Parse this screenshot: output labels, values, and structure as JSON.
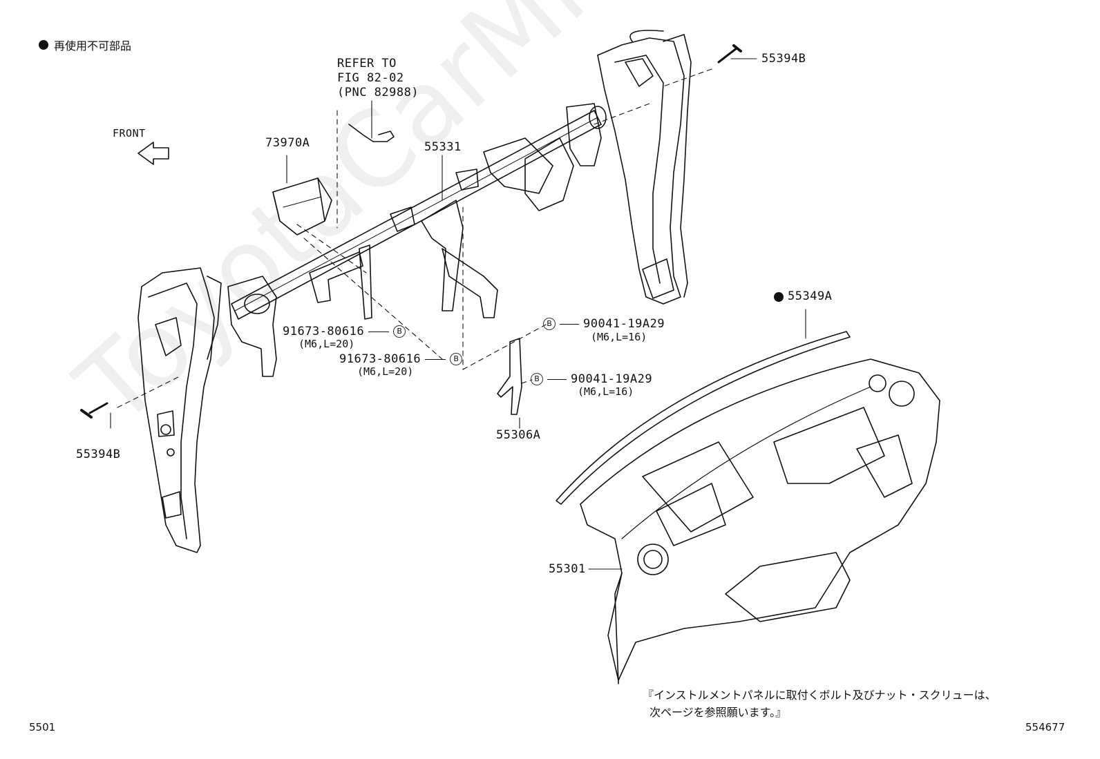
{
  "legend": {
    "text": "再使用不可部品"
  },
  "front_label": "FRONT",
  "refer": {
    "line1": "REFER TO",
    "line2": "FIG 82-02",
    "line3": "(PNC 82988)"
  },
  "parts": {
    "p73970A": "73970A",
    "p55331": "55331",
    "p55394B_top": "55394B",
    "p55394B_left": "55394B",
    "p55349A": "55349A",
    "p55306A": "55306A",
    "p55301": "55301"
  },
  "bolts": {
    "b1": {
      "code": "91673-80616",
      "spec": "(M6,L=20)",
      "mark": "B"
    },
    "b2": {
      "code": "91673-80616",
      "spec": "(M6,L=20)",
      "mark": "B"
    },
    "b3": {
      "code": "90041-19A29",
      "spec": "(M6,L=16)",
      "mark": "B"
    },
    "b4": {
      "code": "90041-19A29",
      "spec": "(M6,L=16)",
      "mark": "B"
    }
  },
  "note": {
    "line1": "『インストルメントパネルに取付くボルト及びナット・スクリューは、",
    "line2": "次ページを参照願います。』"
  },
  "footer": {
    "left": "5501",
    "right": "554677"
  },
  "watermark": "ToyotaCarMine.ru"
}
